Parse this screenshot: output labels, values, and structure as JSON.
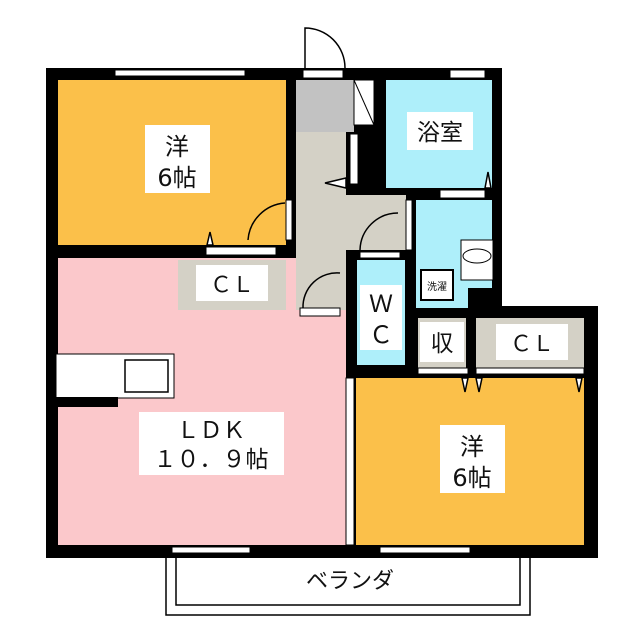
{
  "rooms": {
    "western_room_1": {
      "name": "洋",
      "size": "6帖"
    },
    "western_room_2": {
      "name": "洋",
      "size": "6帖"
    },
    "ldk": {
      "name": "ＬＤＫ",
      "size": "１０．９帖"
    },
    "bathroom": {
      "name": "浴室"
    },
    "toilet": {
      "name_line1": "Ｗ",
      "name_line2": "Ｃ"
    },
    "closet_left": {
      "name": "ＣＬ"
    },
    "closet_right": {
      "name": "ＣＬ"
    },
    "storage": {
      "name": "収"
    },
    "washer": {
      "name": "洗濯"
    },
    "balcony": {
      "name": "ベランダ"
    }
  },
  "colors": {
    "western": "#fbc04a",
    "ldk": "#fbc8cb",
    "water": "#aeeffa",
    "storage": "#d4d1c6",
    "entrance": "#c2c2c2",
    "wall": "#000000"
  }
}
